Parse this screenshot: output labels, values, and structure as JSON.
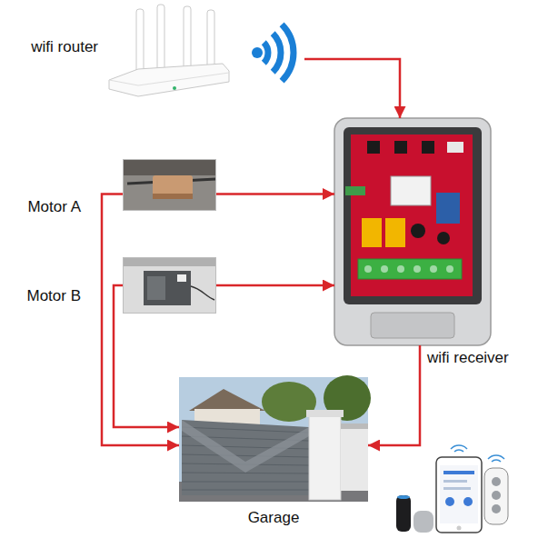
{
  "diagram": {
    "nodes": [
      {
        "text": [
          "wifi router"
        ]
      },
      {
        "text": [
          "Motor A"
        ]
      },
      {
        "text": [
          "Motor B"
        ]
      },
      {
        "text": [
          "wifi receiver"
        ]
      },
      {
        "text": [
          "Garage"
        ]
      }
    ],
    "edges": [
      {
        "from": 0,
        "to": 3,
        "arrow": "to"
      },
      {
        "from": 1,
        "to": 3,
        "arrow": "to"
      },
      {
        "from": 2,
        "to": 3,
        "arrow": "to"
      },
      {
        "from": 1,
        "to": 4,
        "arrow": "to"
      },
      {
        "from": 2,
        "to": 4,
        "arrow": "to"
      },
      {
        "from": 3,
        "to": 4,
        "arrow": "to"
      }
    ]
  }
}
